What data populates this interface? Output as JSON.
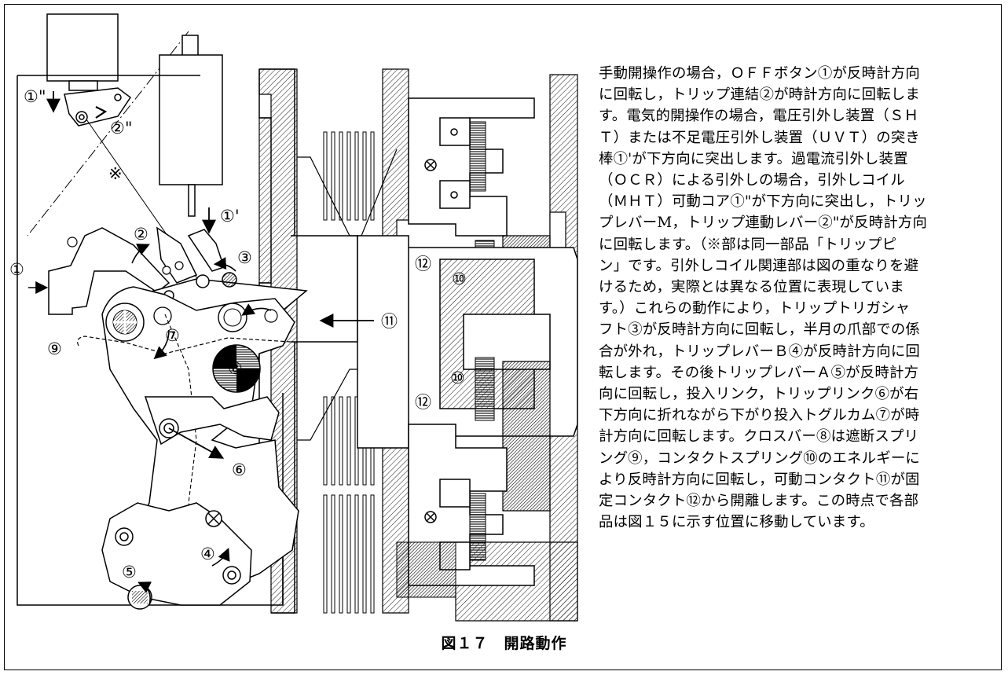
{
  "labels": {
    "off_button": "①",
    "uvt_plunger": "①'",
    "ohm_core": "①\"",
    "trip_link": "②",
    "trip_lever_m": "②\"",
    "trip_trigger_shaft": "③",
    "trip_lever_b": "④",
    "trip_lever_a": "⑤",
    "trip_link_6": "⑥",
    "toggle_cam": "⑦",
    "crossbar": "⑧",
    "break_spring": "⑨",
    "contact_spring_upper": "⑩",
    "contact_spring_lower": "⑩",
    "movable_contact": "⑪",
    "fixed_contact_upper": "⑫",
    "fixed_contact_lower": "⑫",
    "same_part_mark": "※"
  },
  "description": [
    "手動開操作の場合，ＯＦＦボタン①が反時計方向",
    "に回転し，トリップ連結②が時計方向に回転しま",
    "す。電気的開操作の場合，電圧引外し装置（ＳＨ",
    "Ｔ）または不足電圧引外し装置（ＵＶＴ）の突き",
    "棒①'が下方向に突出します。過電流引外し装置",
    "（ＯＣＲ）による引外しの場合，引外しコイル",
    "（ＭＨＴ）可動コア①\"が下方向に突出し，トリッ",
    "プレバーM，トリップ連動レバー②\"が反時計方向",
    "に回転します。（※部は同一部品「トリップピ",
    "ン」です。引外しコイル関連部は図の重なりを避",
    "けるため，実際とは異なる位置に表現していま",
    "す。）これらの動作により，トリップトリガシャ",
    "フト③が反時計方向に回転し，半月の爪部での係",
    "合が外れ，トリップレバーＢ④が反時計方向に回",
    "転します。その後トリップレバーＡ⑤が反時計方",
    "向に回転し，投入リンク，トリップリンク⑥が右",
    "下方向に折れながら下がり投入トグルカム⑦が時",
    "計方向に回転します。クロスバー⑧は遮断スプリ",
    "ング⑨，コンタクトスプリング⑩のエネルギーに",
    "より反時計方向に回転し，可動コンタクト⑪が固",
    "定コンタクト⑫から開離します。この時点で各部",
    "品は図１５に示す位置に移動しています。"
  ],
  "caption": "図１７　開路動作"
}
